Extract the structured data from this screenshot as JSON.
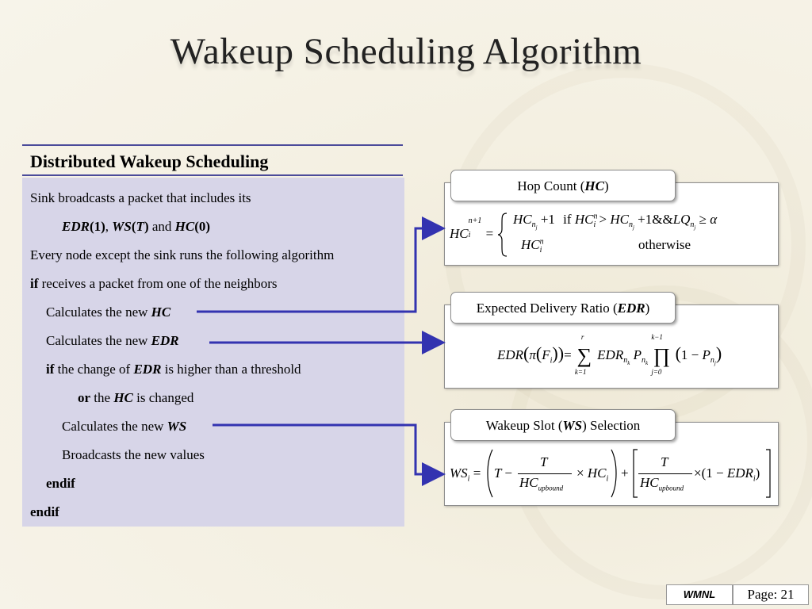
{
  "title": "Wakeup Scheduling Algorithm",
  "algorithm": {
    "heading": "Distributed Wakeup Scheduling",
    "lines": {
      "l1": "Sink broadcasts a packet that includes its",
      "l2_edr": "EDR",
      "l2_edr_arg": "(1)",
      "l2_sep": ", ",
      "l2_ws": "WS",
      "l2_ws_arg_open": "(",
      "l2_ws_arg": "T",
      "l2_ws_arg_close": ")",
      "l2_and": " and ",
      "l2_hc": "HC",
      "l2_hc_arg": "(0)",
      "l3": "Every node except the sink runs the following algorithm",
      "l4_if": "if",
      "l4_rest": " receives a packet from one of the neighbors",
      "l5_text": "Calculates the new ",
      "l5_var": "HC",
      "l6_text": "Calculates the new ",
      "l6_var": "EDR",
      "l7_if": "if",
      "l7_text": " the change of ",
      "l7_var": "EDR",
      "l7_rest": " is higher than a threshold",
      "l8_or": "or",
      "l8_text": " the ",
      "l8_var": "HC",
      "l8_rest": " is changed",
      "l9_text": "Calculates the new ",
      "l9_var": "WS",
      "l10": "Broadcasts the new values",
      "l11": "endif",
      "l12": "endif"
    }
  },
  "panels": {
    "hc": {
      "tab_text": "Hop Count (",
      "tab_var": "HC",
      "tab_close": ")",
      "otherwise": "otherwise",
      "if_word": "if"
    },
    "edr": {
      "tab_text": "Expected Delivery Ratio (",
      "tab_var": "EDR",
      "tab_close": ")"
    },
    "ws": {
      "tab_text": "Wakeup Slot (",
      "tab_var": "WS",
      "tab_close": ") Selection"
    }
  },
  "footer": {
    "lab": "WMNL",
    "page": "Page: 21"
  },
  "colors": {
    "arrow": "#3333b0",
    "algo_bg": "#d7d5e8",
    "rule": "#4b4b9a"
  }
}
